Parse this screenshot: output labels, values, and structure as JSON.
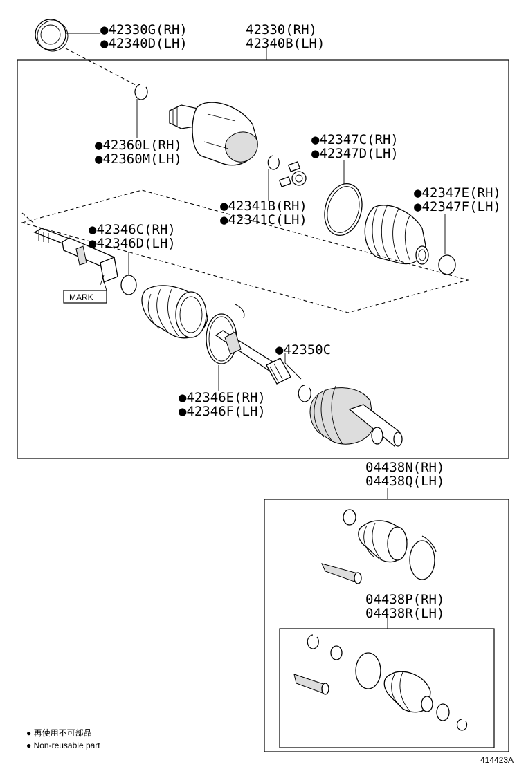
{
  "labels": {
    "p42330G": "●42330G(RH)",
    "p42340D": "●42340D(LH)",
    "p42330": "42330(RH)",
    "p42340B": "42340B(LH)",
    "p42360L": "●42360L(RH)",
    "p42360M": "●42360M(LH)",
    "p42347C": "●42347C(RH)",
    "p42347D": "●42347D(LH)",
    "p42347E": "●42347E(RH)",
    "p42347F": "●42347F(LH)",
    "p42341B": "●42341B(RH)",
    "p42341C": "●42341C(LH)",
    "p42346C": "●42346C(RH)",
    "p42346D": "●42346D(LH)",
    "p42350C": "●42350C",
    "p42346E": "●42346E(RH)",
    "p42346F": "●42346F(LH)",
    "p04438N": "04438N(RH)",
    "p04438Q": "04438Q(LH)",
    "p04438P": "04438P(RH)",
    "p04438R": "04438R(LH)",
    "mark": "MARK"
  },
  "legend": {
    "line1": "● 再使用不可部品",
    "line2": "● Non-reusable part"
  },
  "figure_id": "414423A"
}
